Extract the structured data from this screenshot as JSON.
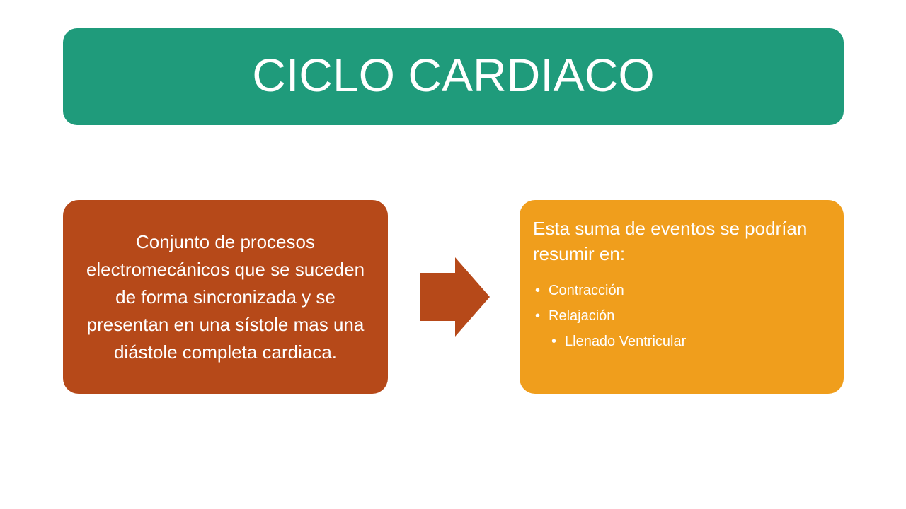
{
  "title": "CICLO CARDIACO",
  "left_box": {
    "text": "Conjunto de procesos electromecánicos que se suceden de forma sincronizada y se presentan en una sístole mas una diástole completa cardiaca."
  },
  "right_box": {
    "heading": "Esta suma de eventos se podrían resumir en:",
    "items": [
      {
        "label": "Contracción",
        "level": 1
      },
      {
        "label": "Relajación",
        "level": 1
      },
      {
        "label": "Llenado Ventricular",
        "level": 2
      }
    ]
  },
  "colors": {
    "title_bg": "#1f9b7b",
    "left_bg": "#b64919",
    "arrow": "#b64919",
    "right_bg": "#f09e1c",
    "text": "#ffffff"
  }
}
